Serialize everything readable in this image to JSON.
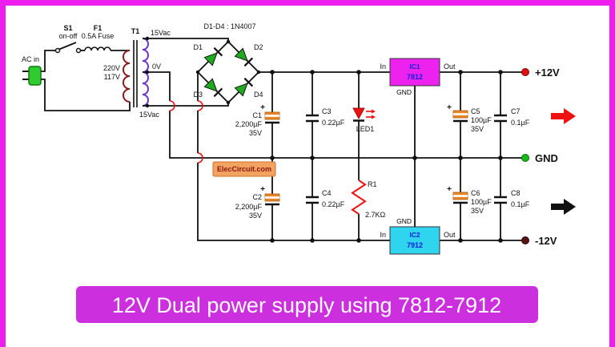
{
  "banner": {
    "text": "12V Dual power supply using 7812-7912"
  },
  "watermark": {
    "text": "ElecCircuit.com"
  },
  "ac": {
    "label": "AC in"
  },
  "s1": {
    "name": "S1",
    "desc": "on-off"
  },
  "f1": {
    "name": "F1",
    "desc": "0.5A Fuse"
  },
  "t1": {
    "name": "T1",
    "primary_line1": "220V",
    "primary_line2": "117V",
    "sec_top": "15Vac",
    "sec_mid": "0V",
    "sec_bot": "15Vac"
  },
  "bridge": {
    "title": "D1-D4 : 1N4007",
    "d1": "D1",
    "d2": "D2",
    "d3": "D3",
    "d4": "D4"
  },
  "c1": {
    "plus": "+",
    "name": "C1",
    "value": "2,200µF",
    "voltage": "35V"
  },
  "c2": {
    "plus": "+",
    "name": "C2",
    "value": "2,200µF",
    "voltage": "35V"
  },
  "c3": {
    "name": "C3",
    "value": "0.22µF"
  },
  "c4": {
    "name": "C4",
    "value": "0.22µF"
  },
  "c5": {
    "plus": "+",
    "name": "C5",
    "value": "100µF",
    "voltage": "35V"
  },
  "c6": {
    "plus": "+",
    "name": "C6",
    "value": "100µF",
    "voltage": "35V"
  },
  "c7": {
    "name": "C7",
    "value": "0.1µF"
  },
  "c8": {
    "name": "C8",
    "value": "0.1µF"
  },
  "led1": {
    "name": "LED1"
  },
  "r1": {
    "name": "R1",
    "value": "2.7KΩ"
  },
  "ic1": {
    "name": "IC1",
    "part": "7812",
    "pin_in": "In",
    "pin_out": "Out",
    "pin_gnd": "GND"
  },
  "ic2": {
    "name": "IC2",
    "part": "7912",
    "pin_in": "In",
    "pin_out": "Out",
    "pin_gnd": "GND"
  },
  "outputs": {
    "pos": "+12V",
    "gnd": "GND",
    "neg": "-12V"
  },
  "colors": {
    "border": "#ee1fee",
    "banner": "#cc2fdd",
    "ic1_fill": "#ee22ee",
    "ic2_fill": "#2fd4ee",
    "terminal_pos": "#dd1111",
    "terminal_gnd": "#17bb17",
    "terminal_neg": "#5a1313",
    "arrow_pos": "#ee1111",
    "arrow_neg": "#111111",
    "watermark_bg": "#f2a35f",
    "diode_fill": "#1faa1f",
    "led_fill": "#ee1111"
  }
}
